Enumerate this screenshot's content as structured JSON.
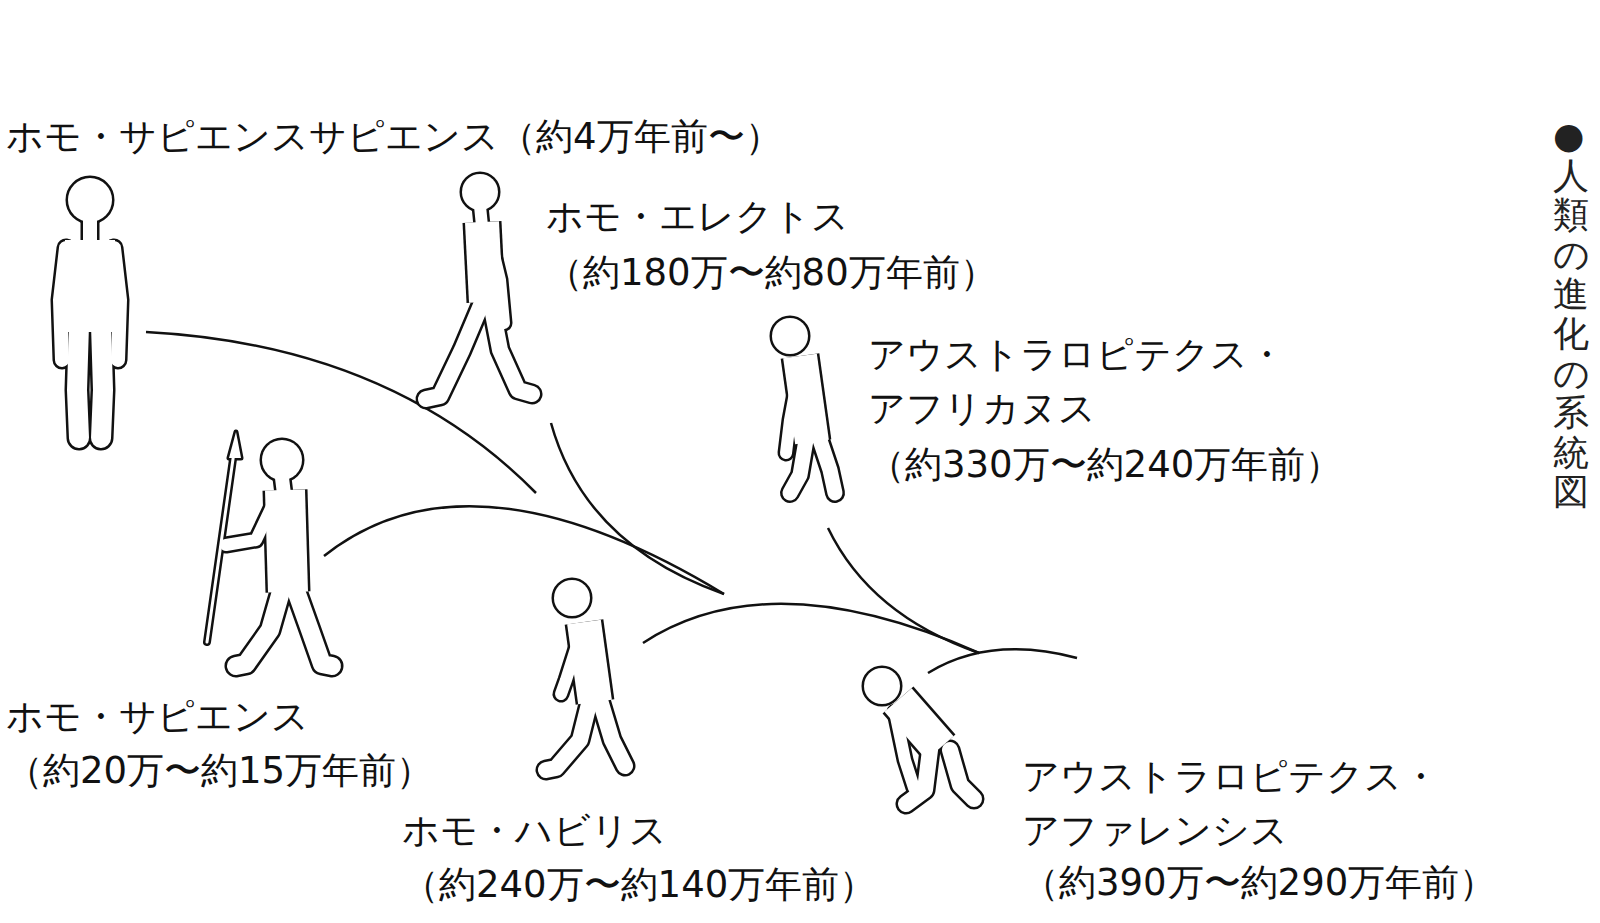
{
  "diagram": {
    "title": "●人類の進化の系統図",
    "labels": [
      "ホモ・サピエンスサピエンス（約4万年前〜）",
      "ホモ・エレクトス",
      "（約180万〜約80万年前）",
      "アウストラロピテクス・ アフリカヌス",
      "（約330万〜約240万年前）",
      "ホモ・サピエンス",
      "（約20万〜約15万年前）",
      "ホモ・ハビリス",
      "（約240万〜約140万年前）",
      "アウストラロピテクス・ アファレンシス",
      "（約390万〜約290万年前）"
    ]
  }
}
